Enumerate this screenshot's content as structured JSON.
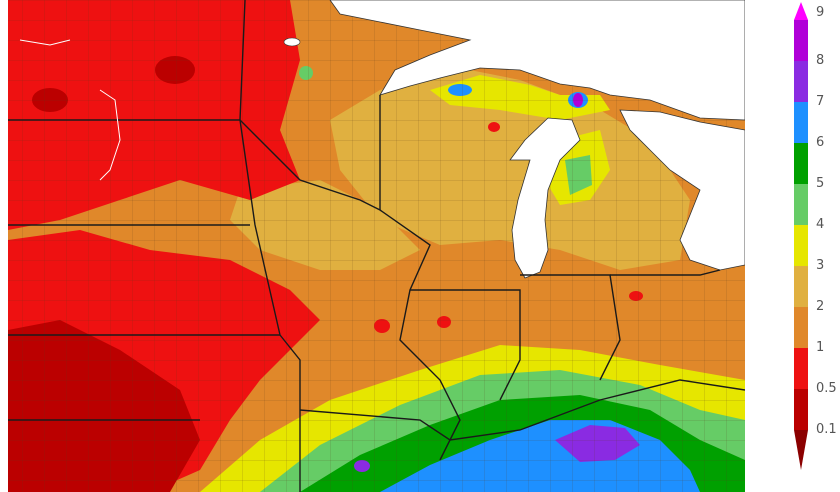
{
  "legend": {
    "labels": [
      "9",
      "8",
      "7",
      "6",
      "5",
      "4",
      "3",
      "2",
      "1",
      "0.5",
      "0.1"
    ],
    "colors": {
      "top_arrow": "#ff00ff",
      "c9": "#b000d8",
      "c8": "#8a2be2",
      "c7": "#1e90ff",
      "c6": "#00a000",
      "c5": "#66cc66",
      "c4": "#e6e600",
      "c3": "#e0b040",
      "c2": "#e0882a",
      "c1": "#ee1111",
      "c05": "#bb0000",
      "bottom_arrow": "#8b0000"
    }
  },
  "map_colors": {
    "land_background": "#e0882a",
    "water": "#ffffff",
    "county_lines": "#5a3a1a",
    "state_lines": "#1a1a1a"
  }
}
